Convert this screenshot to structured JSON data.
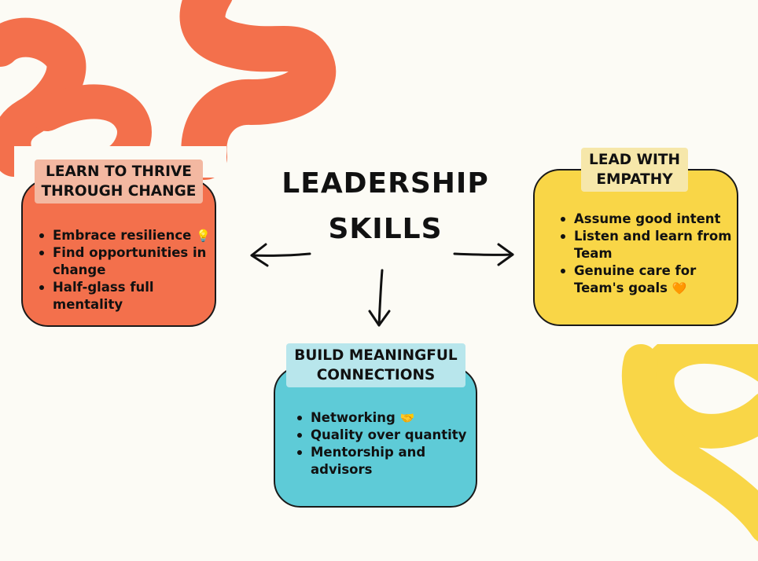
{
  "title": {
    "line1": "LEADERSHIP",
    "line2": "SKILLS"
  },
  "colors": {
    "background": "#fcfbf5",
    "coral": "#f3704c",
    "yellow": "#f9d647",
    "teal": "#5ecbd7"
  },
  "cards": {
    "left": {
      "label": "LEARN TO THRIVE THROUGH CHANGE",
      "items": [
        "Embrace resilience",
        "Find opportunities in change",
        "Half-glass full mentality"
      ],
      "emoji": "💡"
    },
    "right": {
      "label": "LEAD WITH EMPATHY",
      "items": [
        "Assume good intent",
        "Listen and learn from Team",
        "Genuine care for Team's goals"
      ],
      "emoji": "🧡"
    },
    "bottom": {
      "label": "BUILD MEANINGFUL CONNECTIONS",
      "items": [
        "Networking",
        "Quality over quantity",
        "Mentorship and advisors"
      ],
      "emoji": "🤝"
    }
  }
}
